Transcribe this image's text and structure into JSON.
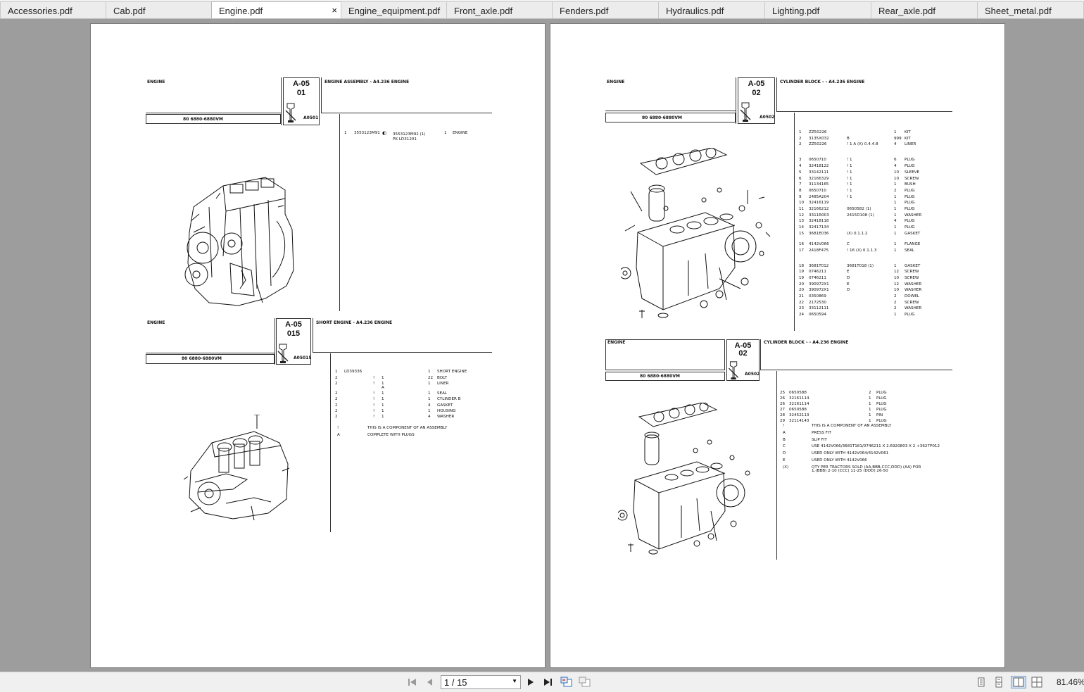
{
  "tabs": [
    {
      "label": "Accessories.pdf",
      "active": false
    },
    {
      "label": "Cab.pdf",
      "active": false
    },
    {
      "label": "Engine.pdf",
      "active": true
    },
    {
      "label": "Engine_equipment.pdf",
      "active": false
    },
    {
      "label": "Front_axle.pdf",
      "active": false
    },
    {
      "label": "Fenders.pdf",
      "active": false
    },
    {
      "label": "Hydraulics.pdf",
      "active": false
    },
    {
      "label": "Lighting.pdf",
      "active": false
    },
    {
      "label": "Rear_axle.pdf",
      "active": false
    },
    {
      "label": "Sheet_metal.pdf",
      "active": false
    }
  ],
  "tab_close_glyph": "×",
  "page1": {
    "sec1": {
      "group": "ENGINE",
      "code": "A-05",
      "num": "01",
      "model": "80 6880-6880VM",
      "illus": "A0501",
      "title": "ENGINE ASSEMBLY - A4.236 ENGINE",
      "rows": [
        {
          "n": "1",
          "part": "3553123M91",
          "sub": "3553123M92   (1)",
          "sub2": "PK   LD31201",
          "qty": "1",
          "desc": "ENGINE"
        }
      ]
    },
    "sec2": {
      "group": "ENGINE",
      "code": "A-05",
      "num": "015",
      "model": "80 6880-6880VM",
      "illus": "A05015",
      "title": "SHORT ENGINE - A4.236 ENGINE",
      "rows": [
        {
          "n": "1",
          "part": "LD39336",
          "m1": "",
          "m2": "",
          "qty": "1",
          "desc": "SHORT ENGINE"
        },
        {
          "n": "2",
          "part": "",
          "m1": "!",
          "m2": "1",
          "qty": "22",
          "desc": "BOLT"
        },
        {
          "n": "2",
          "part": "",
          "m1": "!",
          "m2": "1",
          "m3": "A",
          "qty": "1",
          "desc": "LINER"
        },
        {
          "n": "2",
          "part": "",
          "m1": "!",
          "m2": "1",
          "qty": "1",
          "desc": "SEAL"
        },
        {
          "n": "2",
          "part": "",
          "m1": "!",
          "m2": "1",
          "qty": "1",
          "desc": "CYLINDER B"
        },
        {
          "n": "2",
          "part": "",
          "m1": "!",
          "m2": "1",
          "qty": "4",
          "desc": "GASKET"
        },
        {
          "n": "2",
          "part": "",
          "m1": "!",
          "m2": "1",
          "qty": "1",
          "desc": "HOUSING"
        },
        {
          "n": "2",
          "part": "",
          "m1": "!",
          "m2": "1",
          "qty": "4",
          "desc": "WASHER"
        }
      ],
      "notes": [
        {
          "k": "!",
          "v": "THIS IS A COMPONENT OF AN ASSEMBLY"
        },
        {
          "k": "A",
          "v": "COMPLETE WITH PLUGS"
        }
      ]
    }
  },
  "page2": {
    "sec1": {
      "group": "ENGINE",
      "code": "A-05",
      "num": "02",
      "model": "80 6880-6880VM",
      "illus": "A0502",
      "title": "CYLINDER BLOCK -  - A4.236 ENGINE",
      "rows": [
        {
          "n": "1",
          "part": "ZZ50226",
          "m": "",
          "qty": "1",
          "desc": "KIT"
        },
        {
          "n": "2",
          "part": "3135X032",
          "m": "B",
          "qty": "999",
          "desc": "KIT"
        },
        {
          "n": "2",
          "part": "ZZ50226",
          "m": "! 1  A  (X) 0.4.4.8",
          "qty": "4",
          "desc": "LINER"
        },
        {
          "n": "3",
          "part": "0650710",
          "m": "! 1",
          "qty": "6",
          "desc": "PLUG"
        },
        {
          "n": "4",
          "part": "32418122",
          "m": "! 1",
          "qty": "4",
          "desc": "PLUG"
        },
        {
          "n": "5",
          "part": "33142111",
          "m": "! 1",
          "qty": "10",
          "desc": "SLEEVE"
        },
        {
          "n": "6",
          "part": "32166329",
          "m": "! 1",
          "qty": "10",
          "desc": "SCREW"
        },
        {
          "n": "7",
          "part": "31134165",
          "m": "! 1",
          "qty": "1",
          "desc": "BUSH"
        },
        {
          "n": "8",
          "part": "0650710",
          "m": "! 1",
          "qty": "2",
          "desc": "PLUG"
        },
        {
          "n": "9",
          "part": "2485A204",
          "m": "! 1",
          "qty": "1",
          "desc": "PLUG"
        },
        {
          "n": "10",
          "part": "32416119",
          "m": "",
          "qty": "1",
          "desc": "PLUG"
        },
        {
          "n": "11",
          "part": "32166212",
          "m": "0650582  (1)",
          "qty": "1",
          "desc": "PLUG"
        },
        {
          "n": "12",
          "part": "3311R003",
          "m": "2415D108  (1)",
          "qty": "1",
          "desc": "WASHER"
        },
        {
          "n": "13",
          "part": "32418118",
          "m": "",
          "qty": "4",
          "desc": "PLUG"
        },
        {
          "n": "14",
          "part": "32417134",
          "m": "",
          "qty": "1",
          "desc": "PLUG"
        },
        {
          "n": "15",
          "part": "3681E036",
          "m": "(X) 0.1.1.2",
          "qty": "1",
          "desc": "GASKET"
        },
        {
          "n": "16",
          "part": "4142V066",
          "m": "C",
          "qty": "1",
          "desc": "FLANGE"
        },
        {
          "n": "17",
          "part": "2418F475",
          "m": "! 16  (X) 0.1.1.3",
          "qty": "1",
          "desc": "SEAL"
        },
        {
          "n": "18",
          "part": "3681T012",
          "m": "3681T018  (1)",
          "qty": "1",
          "desc": "GASKET"
        },
        {
          "n": "19",
          "part": "0746211",
          "m": "E",
          "qty": "12",
          "desc": "SCREW"
        },
        {
          "n": "19",
          "part": "0746211",
          "m": "D",
          "qty": "10",
          "desc": "SCREW"
        },
        {
          "n": "20",
          "part": "390972X1",
          "m": "E",
          "qty": "12",
          "desc": "WASHER"
        },
        {
          "n": "20",
          "part": "390972X1",
          "m": "D",
          "qty": "10",
          "desc": "WASHER"
        },
        {
          "n": "21",
          "part": "0350869",
          "m": "",
          "qty": "2",
          "desc": "DOWEL"
        },
        {
          "n": "22",
          "part": "2172530",
          "m": "",
          "qty": "2",
          "desc": "SCREW"
        },
        {
          "n": "23",
          "part": "33112111",
          "m": "",
          "qty": "2",
          "desc": "WASHER"
        },
        {
          "n": "24",
          "part": "0650594",
          "m": "",
          "qty": "1",
          "desc": "PLUG"
        }
      ]
    },
    "sec2": {
      "group": "ENGINE",
      "code": "A-05",
      "num": "02",
      "model": "80 6880-6880VM",
      "illus": "A0502",
      "title": "CYLINDER BLOCK -  - A4.236 ENGINE",
      "rows": [
        {
          "n": "25",
          "part": "0650588",
          "qty": "2",
          "desc": "PLUG"
        },
        {
          "n": "26",
          "part": "32161114",
          "qty": "1",
          "desc": "PLUG"
        },
        {
          "n": "26",
          "part": "32161114",
          "qty": "1",
          "desc": "PLUG"
        },
        {
          "n": "27",
          "part": "0650588",
          "qty": "1",
          "desc": "PLUG"
        },
        {
          "n": "28",
          "part": "32452113",
          "qty": "1",
          "desc": "PIN"
        },
        {
          "n": "29",
          "part": "32114143",
          "qty": "1",
          "desc": "PLUG"
        }
      ],
      "notes": [
        {
          "k": "!",
          "v": "THIS IS A COMPONENT OF AN ASSEMBLY"
        },
        {
          "k": "A",
          "v": "PRESS FIT"
        },
        {
          "k": "B",
          "v": "SLIP FIT"
        },
        {
          "k": "C",
          "v": "USE 4142V066/3681T181/0746211 X 2.6920803 X 2 +3627P012"
        },
        {
          "k": "D",
          "v": "USED ONLY WITH 4142V064/4142V061"
        },
        {
          "k": "E",
          "v": "USED ONLY WITH 4142V066"
        },
        {
          "k": "(X)",
          "v": "QTY PER TRACTORS SOLD  (AA,BBB,CCC,DDD) (AA) FOR"
        },
        {
          "k": "",
          "v": "1,(BBB) 2-10 (CCC) 11-25 (DDD) 26-50"
        }
      ]
    }
  },
  "toolbar": {
    "page_display": "1 / 15",
    "zoom": "81.46%"
  }
}
